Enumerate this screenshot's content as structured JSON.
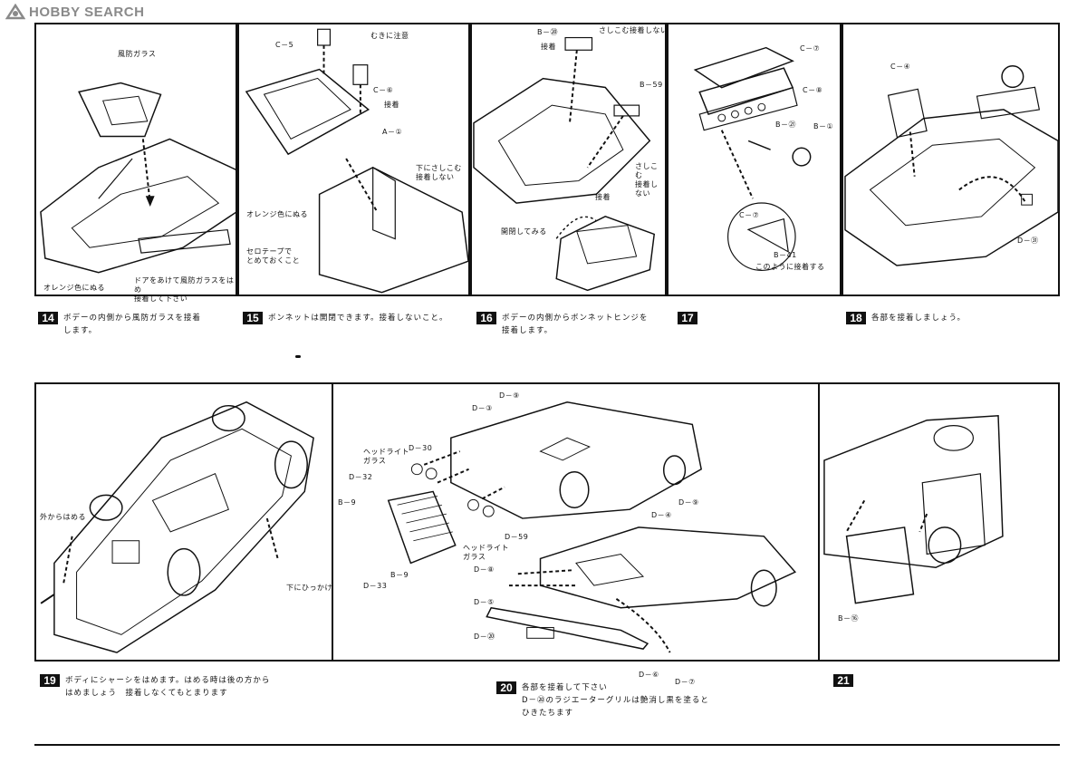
{
  "watermark": {
    "text": "HOBBY SEARCH"
  },
  "colors": {
    "ink": "#111111",
    "paper": "#ffffff",
    "watermark": "#8a8a8a"
  },
  "steps": [
    {
      "number": "14",
      "caption": "ボデーの内側から風防ガラスを接着\nします。"
    },
    {
      "number": "15",
      "caption": "ボンネットは開閉できます。接着しないこと。"
    },
    {
      "number": "16",
      "caption": "ボデーの内側からボンネットヒンジを\n接着します。"
    },
    {
      "number": "17",
      "caption": ""
    },
    {
      "number": "18",
      "caption": "各部を接着しましょう。"
    },
    {
      "number": "19",
      "caption": "ボディにシャーシをはめます。はめる時は後の方から\nはめましょう　接着しなくてもとまります"
    },
    {
      "number": "20",
      "caption": "各部を接着して下さい\nD－⑳のラジエーターグリルは艶消し黒を塗ると\nひきたちます"
    },
    {
      "number": "21",
      "caption": ""
    }
  ],
  "labels": {
    "p14": {
      "glass": "風防ガラス",
      "orange": "オレンジ色にぬる",
      "door_note": "ドアをあけて風防ガラスをはめ\n接着して下さい"
    },
    "p15": {
      "c5": "C－5",
      "c5_note": "むきに注意",
      "c6": "C－⑥",
      "glue": "接着",
      "a1": "A－①",
      "insert_note": "下にさしこむ\n接着しない",
      "orange": "オレンジ色にぬる",
      "tape_note": "セロテープで\nとめておくこと"
    },
    "p16": {
      "b20": "B－⑳",
      "glue_top": "接着",
      "insert_top": "さしこむ接着しない",
      "b59": "B－59",
      "insert_right": "さしこむ\n接着しない",
      "glue_bottom": "接着",
      "open_note": "開閉してみる"
    },
    "p17": {
      "c7": "C－⑦",
      "c8": "C－⑧",
      "b21": "B－㉑",
      "b1": "B－①",
      "c7b": "C－⑦",
      "b41": "B－41",
      "glue_note": "このように接着する"
    },
    "p18": {
      "c4": "C－④",
      "d31": "D－㉛"
    },
    "p19": {
      "outside": "外からはめる",
      "hook": "下にひっかける"
    },
    "p20": {
      "d9a": "D－⑨",
      "d3": "D－③",
      "d30": "D－30",
      "headlight_glass_a": "ヘッドライト\nガラス",
      "d32": "D－32",
      "b9a": "B－9",
      "d59": "D－59",
      "headlight_glass_b": "ヘッドライト\nガラス",
      "b9b": "B－9",
      "d33": "D－33",
      "d4": "D－④",
      "d9b": "D－⑨",
      "d8": "D－⑧",
      "d5": "D－⑤",
      "d20": "D－⑳",
      "d6": "D－⑥",
      "d7": "D－⑦"
    },
    "p21": {
      "b16": "B－⑯"
    }
  }
}
